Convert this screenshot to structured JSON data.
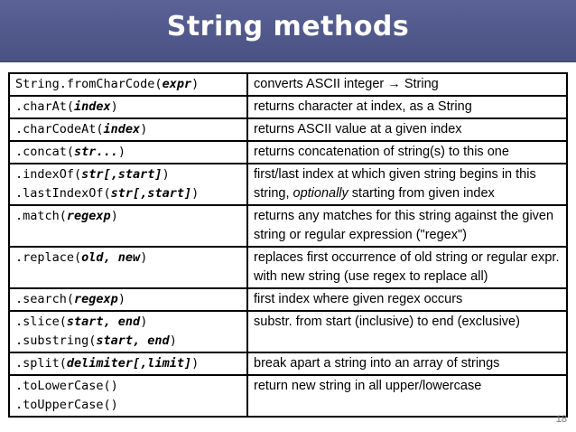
{
  "slide": {
    "title": "String methods",
    "page_number": "18"
  },
  "rows": [
    {
      "sig": [
        [
          {
            "t": "String.fromCharCode("
          },
          {
            "t": "expr",
            "e": 1
          },
          {
            "t": ")"
          }
        ]
      ],
      "desc": [
        {
          "t": "converts ASCII integer → String"
        }
      ]
    },
    {
      "sig": [
        [
          {
            "t": ".charAt("
          },
          {
            "t": "index",
            "e": 1
          },
          {
            "t": ")"
          }
        ]
      ],
      "desc": [
        {
          "t": "returns character at index, as a String"
        }
      ]
    },
    {
      "sig": [
        [
          {
            "t": ".charCodeAt("
          },
          {
            "t": "index",
            "e": 1
          },
          {
            "t": ")"
          }
        ]
      ],
      "desc": [
        {
          "t": "returns ASCII value at a given index"
        }
      ]
    },
    {
      "sig": [
        [
          {
            "t": ".concat("
          },
          {
            "t": "str...",
            "e": 1
          },
          {
            "t": ")"
          }
        ]
      ],
      "desc": [
        {
          "t": "returns concatenation of string(s) to this one"
        }
      ]
    },
    {
      "sig": [
        [
          {
            "t": ".indexOf("
          },
          {
            "t": "str[,start]",
            "e": 1
          },
          {
            "t": ")"
          }
        ],
        [
          {
            "t": ".lastIndexOf("
          },
          {
            "t": "str[,start]",
            "e": 1
          },
          {
            "t": ")"
          }
        ]
      ],
      "desc": [
        {
          "t": "first/last index at which given string begins in this string, "
        },
        {
          "t": "optionally",
          "i": 1
        },
        {
          "t": " starting from given index"
        }
      ]
    },
    {
      "sig": [
        [
          {
            "t": ".match("
          },
          {
            "t": "regexp",
            "e": 1
          },
          {
            "t": ")"
          }
        ]
      ],
      "desc": [
        {
          "t": "returns any matches for this string against the given string or regular expression (\"regex\")"
        }
      ]
    },
    {
      "sig": [
        [
          {
            "t": ".replace("
          },
          {
            "t": "old, new",
            "e": 1
          },
          {
            "t": ")"
          }
        ]
      ],
      "desc": [
        {
          "t": "replaces first occurrence of old string or regular expr. with new string (use regex to replace all)"
        }
      ]
    },
    {
      "sig": [
        [
          {
            "t": ".search("
          },
          {
            "t": "regexp",
            "e": 1
          },
          {
            "t": ")"
          }
        ]
      ],
      "desc": [
        {
          "t": "first index where given regex occurs"
        }
      ]
    },
    {
      "sig": [
        [
          {
            "t": ".slice("
          },
          {
            "t": "start, end",
            "e": 1
          },
          {
            "t": ")"
          }
        ],
        [
          {
            "t": ".substring("
          },
          {
            "t": "start, end",
            "e": 1
          },
          {
            "t": ")"
          }
        ]
      ],
      "desc": [
        {
          "t": "substr. from start (inclusive) to end (exclusive)"
        }
      ]
    },
    {
      "sig": [
        [
          {
            "t": ".split("
          },
          {
            "t": "delimiter[,limit]",
            "e": 1
          },
          {
            "t": ")"
          }
        ]
      ],
      "desc": [
        {
          "t": "break apart a string into an array of strings"
        }
      ]
    },
    {
      "sig": [
        [
          {
            "t": ".toLowerCase()"
          }
        ],
        [
          {
            "t": ".toUpperCase()"
          }
        ]
      ],
      "desc": [
        {
          "t": "return new string in all upper/lowercase"
        }
      ]
    }
  ]
}
